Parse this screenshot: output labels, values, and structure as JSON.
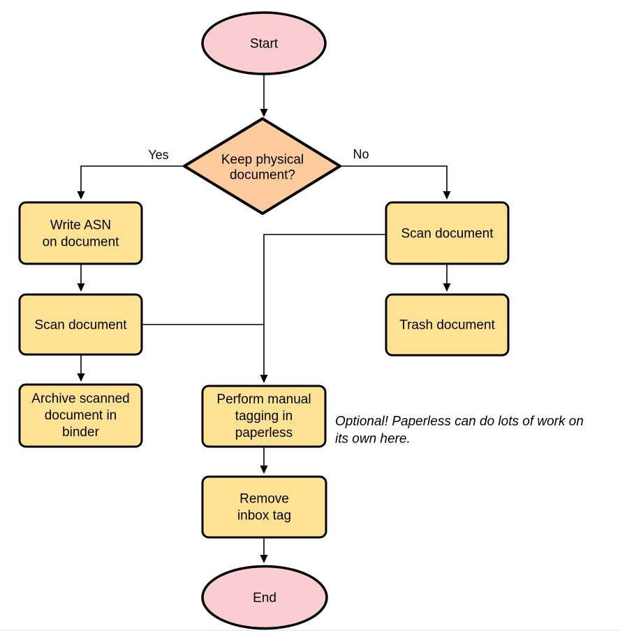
{
  "colors": {
    "background": "#ffffff",
    "stroke": "#000000",
    "connector": "#000000",
    "terminator_fill": "#FACDD0",
    "decision_fill": "#FDCB9C",
    "process_fill": "#FFE294",
    "bottom_rule": "#e9e9f0"
  },
  "nodes": {
    "start": {
      "type": "terminator",
      "label": "Start"
    },
    "decision": {
      "type": "decision",
      "lines": [
        "Keep physical",
        "document?"
      ]
    },
    "write_asn": {
      "type": "process",
      "lines": [
        "Write ASN",
        "on document"
      ]
    },
    "scan_left": {
      "type": "process",
      "label": "Scan document"
    },
    "archive": {
      "type": "process",
      "lines": [
        "Archive scanned",
        "document in",
        "binder"
      ]
    },
    "scan_right": {
      "type": "process",
      "label": "Scan document"
    },
    "trash": {
      "type": "process",
      "label": "Trash document"
    },
    "tagging": {
      "type": "process",
      "lines": [
        "Perform manual",
        "tagging in",
        "paperless"
      ]
    },
    "remove_inbox": {
      "type": "process",
      "lines": [
        "Remove",
        "inbox tag"
      ]
    },
    "end": {
      "type": "terminator",
      "label": "End"
    }
  },
  "edge_labels": {
    "yes": "Yes",
    "no": "No"
  },
  "annotation": {
    "lines": [
      "Optional! Paperless can do lots of work on",
      "its own here."
    ]
  }
}
